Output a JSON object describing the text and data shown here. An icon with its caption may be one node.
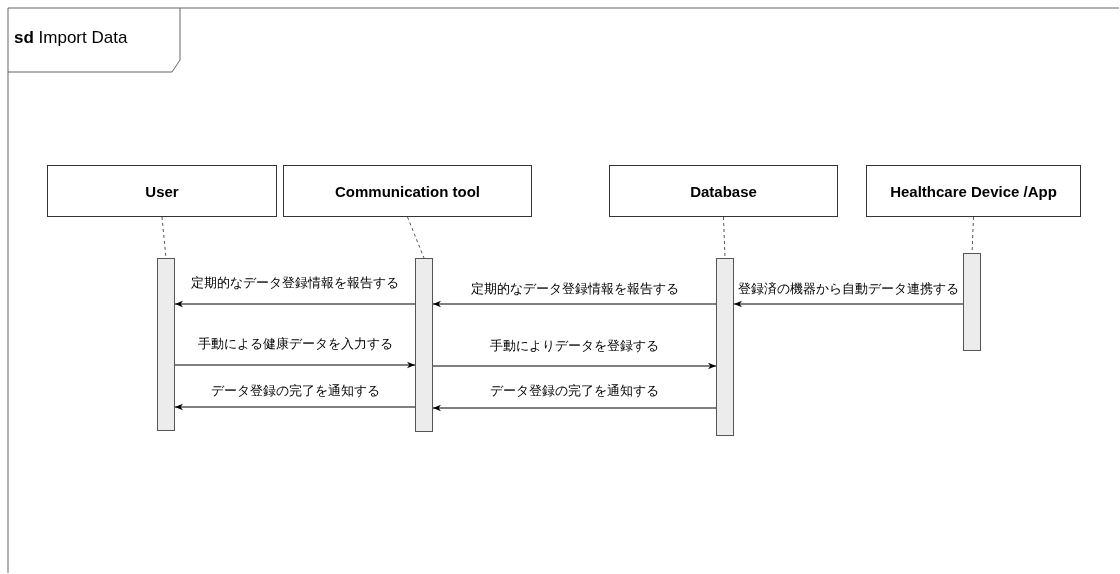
{
  "diagram": {
    "title": "**sd** Import Data",
    "nodes": [
      {
        "text": [
          "User"
        ]
      },
      {
        "text": [
          "Communication tool"
        ]
      },
      {
        "text": [
          "Database"
        ]
      },
      {
        "text": [
          "Healthcare Device /App"
        ]
      },
      {
        "text": [],
        "shape": "bar"
      },
      {
        "text": [],
        "shape": "bar"
      },
      {
        "text": [],
        "shape": "bar"
      },
      {
        "text": [],
        "shape": "bar"
      }
    ],
    "edges": [
      {
        "from": 7,
        "to": 6,
        "arrow": "to",
        "label": "登録済の機器から自動データ連携する"
      },
      {
        "from": 6,
        "to": 5,
        "arrow": "to",
        "label": "定期的なデータ登録情報を報告する"
      },
      {
        "from": 5,
        "to": 4,
        "arrow": "to",
        "label": "定期的なデータ登録情報を報告する"
      },
      {
        "from": 4,
        "to": 5,
        "arrow": "to",
        "label": "手動による健康データを入力する"
      },
      {
        "from": 5,
        "to": 6,
        "arrow": "to",
        "label": "手動によりデータを登録する"
      },
      {
        "from": 5,
        "to": 4,
        "arrow": "to",
        "label": "データ登録の完了を通知する"
      },
      {
        "from": 6,
        "to": 5,
        "arrow": "to",
        "label": "データ登録の完了を通知する"
      },
      {
        "from": 0,
        "to": 4,
        "arrow": "none",
        "style": "dashed"
      },
      {
        "from": 1,
        "to": 5,
        "arrow": "none",
        "style": "dashed"
      },
      {
        "from": 2,
        "to": 6,
        "arrow": "none",
        "style": "dashed"
      },
      {
        "from": 3,
        "to": 7,
        "arrow": "none",
        "style": "dashed"
      }
    ]
  }
}
